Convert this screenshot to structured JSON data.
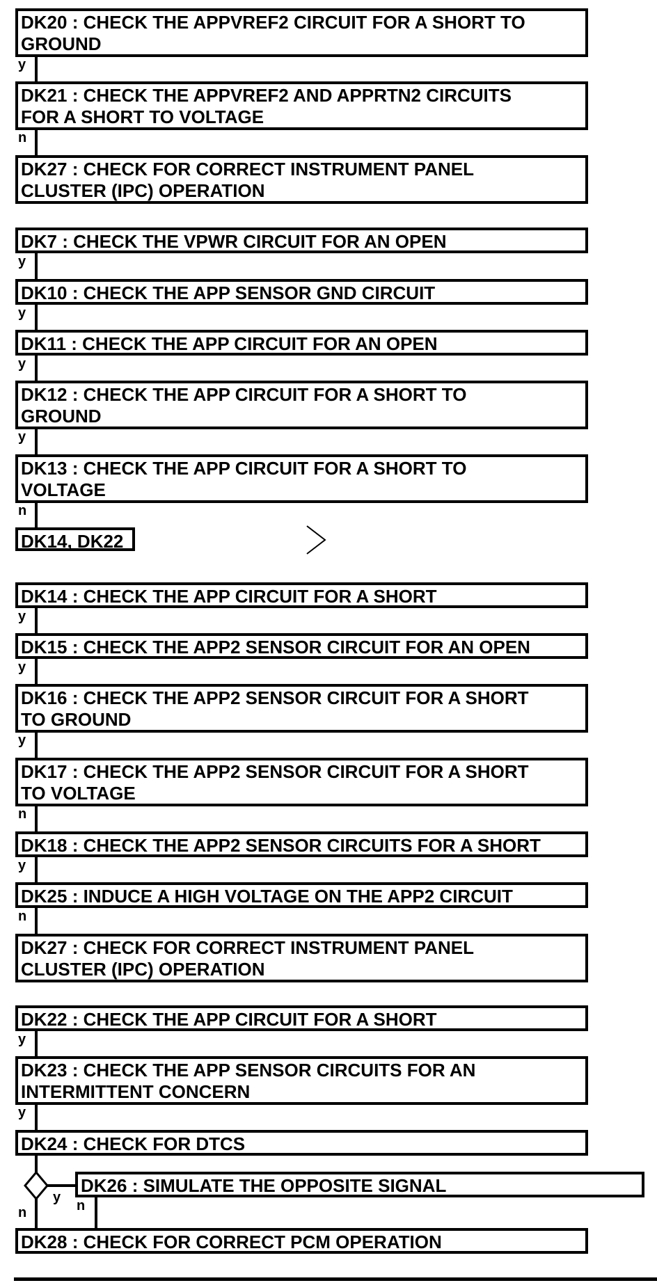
{
  "steps": {
    "dk20a": "DK20 : CHECK THE APPVREF2 CIRCUIT FOR A SHORT TO",
    "dk20b": "GROUND",
    "dk21a": "DK21 : CHECK THE APPVREF2 AND APPRTN2 CIRCUITS",
    "dk21b": "FOR A SHORT TO VOLTAGE",
    "dk27a": "DK27 : CHECK FOR CORRECT INSTRUMENT PANEL",
    "dk27b": "CLUSTER (IPC) OPERATION",
    "dk7": "DK7 : CHECK THE VPWR CIRCUIT FOR AN OPEN",
    "dk10": "DK10 : CHECK THE APP SENSOR GND CIRCUIT",
    "dk11": "DK11 : CHECK THE APP CIRCUIT FOR AN OPEN",
    "dk12a": "DK12 : CHECK THE APP CIRCUIT FOR A SHORT TO",
    "dk12b": "GROUND",
    "dk13a": "DK13 : CHECK THE APP CIRCUIT FOR A SHORT TO",
    "dk13b": "VOLTAGE",
    "ref": "DK14, DK22",
    "dk14": "DK14 : CHECK THE APP CIRCUIT FOR A SHORT",
    "dk15": "DK15 : CHECK THE APP2 SENSOR CIRCUIT FOR AN OPEN",
    "dk16a": "DK16 : CHECK THE APP2 SENSOR CIRCUIT FOR A SHORT",
    "dk16b": "TO GROUND",
    "dk17a": "DK17 : CHECK THE APP2 SENSOR CIRCUIT FOR A SHORT",
    "dk17b": "TO VOLTAGE",
    "dk18": "DK18 : CHECK THE APP2 SENSOR CIRCUITS FOR A SHORT",
    "dk25": "DK25 : INDUCE A HIGH VOLTAGE ON THE APP2 CIRCUIT",
    "dk27c": "DK27 : CHECK FOR CORRECT INSTRUMENT PANEL",
    "dk27d": "CLUSTER (IPC) OPERATION",
    "dk22": "DK22 : CHECK THE APP CIRCUIT FOR A SHORT",
    "dk23a": "DK23 : CHECK THE APP SENSOR CIRCUITS FOR AN",
    "dk23b": "INTERMITTENT CONCERN",
    "dk24": "DK24 : CHECK FOR DTCS",
    "dk26": "DK26 : SIMULATE THE OPPOSITE SIGNAL",
    "dk28": "DK28 : CHECK FOR CORRECT PCM OPERATION"
  },
  "labels": {
    "y": "y",
    "n": "n"
  }
}
